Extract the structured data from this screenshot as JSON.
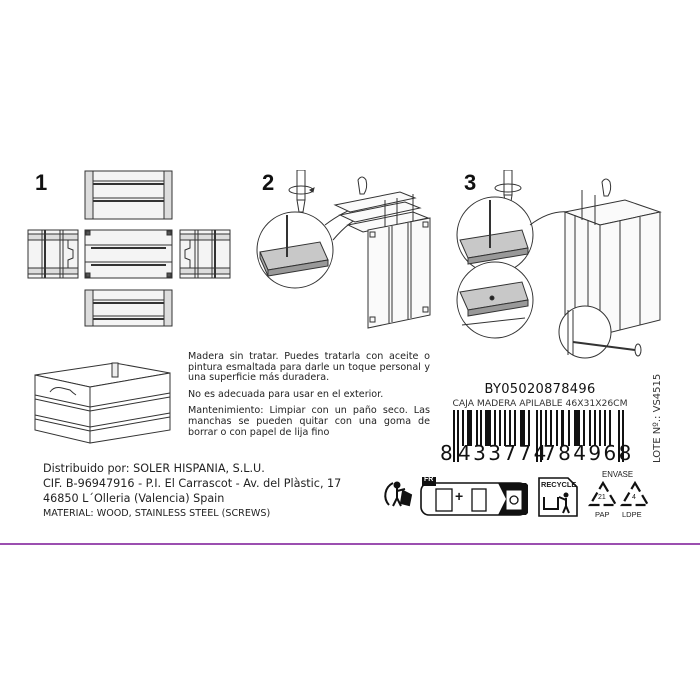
{
  "steps": [
    {
      "number": "1",
      "label": "exploded-layout"
    },
    {
      "number": "2",
      "label": "screw-top-slats-to-side-panel"
    },
    {
      "number": "3",
      "label": "screw-second-panel-and-bottom"
    }
  ],
  "care_text": {
    "paragraph_1": "Madera sin tratar. Puedes tratarla con aceite o pintura esmaltada para darle un toque personal y una superficie más duradera.",
    "paragraph_2": "No es adecuada para usar en el exterior.",
    "paragraph_3": "Mantenimiento: Limpiar con un paño seco. Las manchas se pueden quitar con una goma de borrar o con papel de lija fino"
  },
  "distributor": {
    "line_1": "Distribuido por: SOLER HISPANIA, S.L.U.",
    "line_2": "CIF. B-96947916 - P.I. El Carrascot - Av. del Plàstic, 17",
    "line_3": "46850 L´Olleria (Valencia) Spain",
    "material": "MATERIAL: WOOD, STAINLESS STEEL (SCREWS)"
  },
  "product": {
    "sku": "BY05020878496",
    "description": "CAJA MADERA APILABLE 46X31X26CM",
    "barcode_first_digit": "8",
    "barcode_left_group": "433774",
    "barcode_right_group": "784968",
    "lot_label": "LOTE Nº.: VS4515"
  },
  "recycling": {
    "triman_region": "FR",
    "plus_sign": "+",
    "recycle_badge": "RECYCLE",
    "envase_label": "ENVASE",
    "codes": [
      {
        "number": "21",
        "material": "PAP"
      },
      {
        "number": "4",
        "material": "LDPE"
      }
    ]
  },
  "colors": {
    "background": "#ffffff",
    "ink": "#1a1a1a",
    "accent_rule": "#9b4fb0",
    "illustration_fill": "#c8c8c8"
  }
}
